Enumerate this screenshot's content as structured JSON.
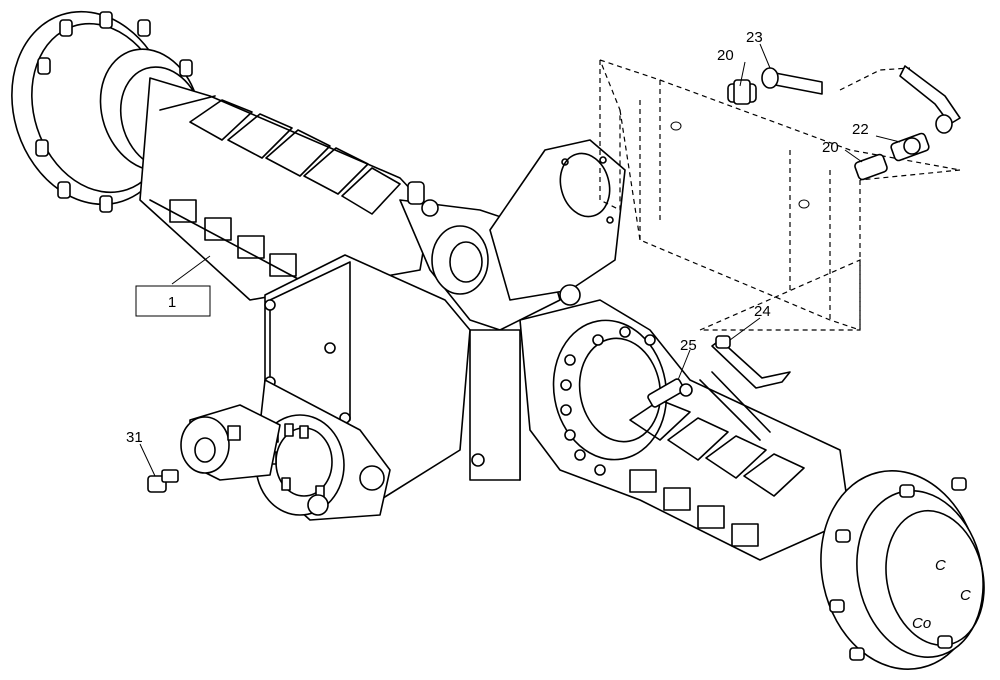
{
  "diagram": {
    "callouts": {
      "assembly": "1",
      "fitting_20a": "20",
      "fitting_20b": "20",
      "tee_22": "22",
      "pipe_23": "23",
      "pipe_24": "24",
      "fitting_25": "25",
      "plug_31": "31"
    },
    "hub_marks": {
      "c1": "C",
      "c2": "C",
      "c3": "Co"
    }
  }
}
